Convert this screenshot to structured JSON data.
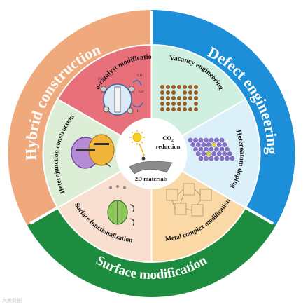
{
  "outer_ring": {
    "hybrid": {
      "label": "Hybrid construction",
      "color": "#EFA97D"
    },
    "defect": {
      "label": "Defect engineering",
      "color": "#1D8FD8"
    },
    "surface": {
      "label": "Surface modification",
      "color": "#1E8C3E"
    }
  },
  "segments": [
    {
      "label": "Co-catalyst modification",
      "color": "#E8707A"
    },
    {
      "label": "Vacancy engineering",
      "color": "#CFEFE0"
    },
    {
      "label": "Heteroatom doping",
      "color": "#DCF0FA"
    },
    {
      "label": "Metal complex modification",
      "color": "#FAD9A6"
    },
    {
      "label": "Surface functionalization",
      "color": "#F8DFCF"
    },
    {
      "label": "Heterojunction construction",
      "color": "#DCEED5"
    }
  ],
  "center": {
    "co2": "CO",
    "co2_sub": "2",
    "reduction": "reduction",
    "materials": "2D materials"
  },
  "cocatalyst_labels": {
    "a": "CH",
    "b": "CO",
    "c": "H",
    "d": "CO"
  },
  "watermark": "大美数据"
}
